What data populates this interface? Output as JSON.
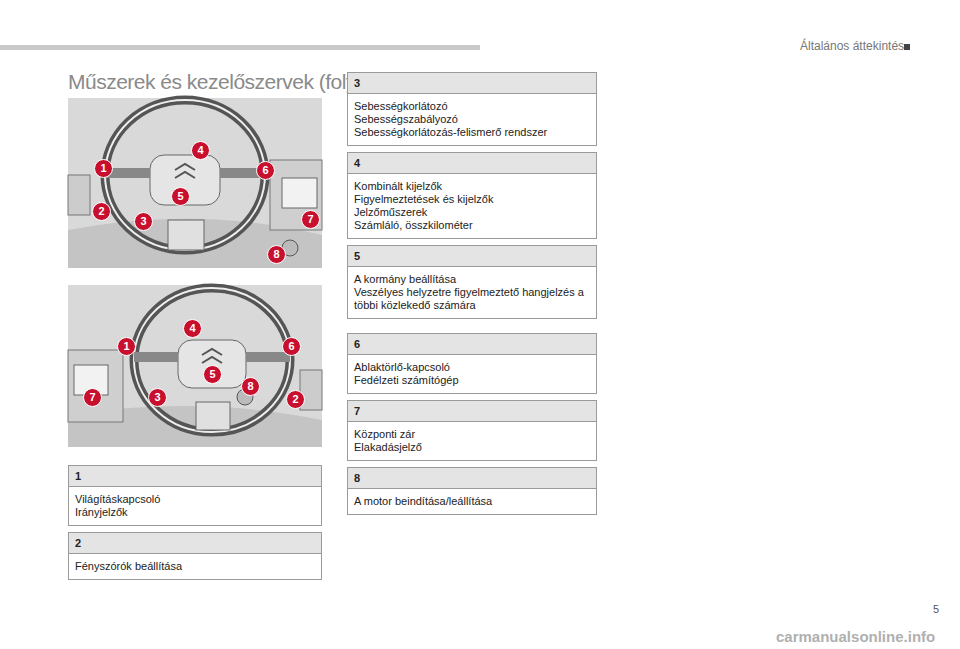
{
  "diagram": {
    "title": "Műszerek és kezelőszervek (folytatás)",
    "nodes": [
      {
        "text": [
          "1",
          "Világításkapcsoló",
          "Irányjelzők"
        ]
      },
      {
        "text": [
          "2",
          "Fényszórók beállítása"
        ]
      },
      {
        "text": [
          "3",
          "Sebességkorlátozó",
          "Sebességszabályozó",
          "Sebességkorlátozás-felismerő rendszer"
        ]
      },
      {
        "text": [
          "4",
          "Kombinált kijelzők",
          "Figyelmeztetések és kijelzők",
          "Jelzőműszerek",
          "Számláló, összkilométer"
        ]
      },
      {
        "text": [
          "5",
          "A kormány beállítása",
          "Veszélyes helyzetre figyelmeztető hangjelzés a többi közlekedő számára"
        ]
      },
      {
        "text": [
          "6",
          "Ablaktörlő-kapcsoló",
          "Fedélzeti számítógép"
        ]
      },
      {
        "text": [
          "7",
          "Központi zár",
          "Elakadásjelző"
        ]
      },
      {
        "text": [
          "8",
          "A motor beindítása/leállítása"
        ]
      }
    ],
    "labels": [
      "Általános áttekintés",
      "1",
      "2",
      "3",
      "4",
      "5",
      "6",
      "7",
      "8",
      "4",
      "1",
      "6",
      "5",
      "8",
      "3",
      "7",
      "2",
      "5",
      "carmanualsonline.info"
    ]
  }
}
